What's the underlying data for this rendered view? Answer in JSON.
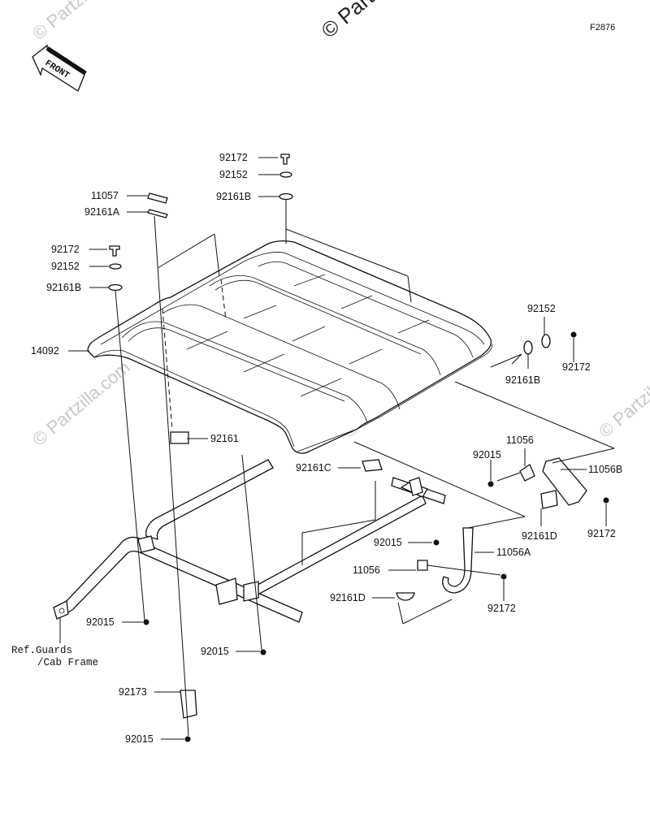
{
  "figure_code": "F2876",
  "front_label": "FRONT",
  "watermark": "© Partzilla.com",
  "reference_note": [
    "Ref.Guards",
    "/Cab Frame"
  ],
  "callouts": {
    "p92172_top": "92172",
    "p92152_top": "92152",
    "p92161B_top": "92161B",
    "p11057": "11057",
    "p92161A": "92161A",
    "p92172_left": "92172",
    "p92152_left": "92152",
    "p92161B_left": "92161B",
    "p14092": "14092",
    "p92152_right": "92152",
    "p92161B_right": "92161B",
    "p92172_right": "92172",
    "p92161": "92161",
    "p92161C": "92161C",
    "p92015_a": "92015",
    "p11056_top": "11056",
    "p11056B": "11056B",
    "p92161D_right": "92161D",
    "p92172_r2": "92172",
    "p92015_b": "92015",
    "p11056A": "11056A",
    "p11056_mid": "11056",
    "p92161D_left": "92161D",
    "p92172_r3": "92172",
    "p92015_c": "92015",
    "p92015_d": "92015",
    "p92173": "92173",
    "p92015_e": "92015"
  }
}
